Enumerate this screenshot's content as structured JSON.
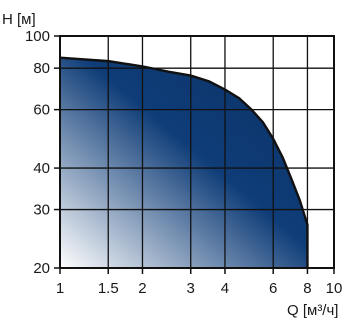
{
  "chart_data": {
    "type": "area",
    "ylabel": "H [м]",
    "xlabel": "Q [м³/ч]",
    "x_scale": "log",
    "y_scale": "log",
    "xlim": [
      1,
      10
    ],
    "ylim": [
      20,
      100
    ],
    "x_ticks": [
      1,
      1.5,
      2,
      3,
      4,
      6,
      8,
      10
    ],
    "x_tick_labels": [
      "1",
      "1.5",
      "2",
      "3",
      "4",
      "6",
      "8",
      "10"
    ],
    "y_ticks": [
      20,
      30,
      40,
      60,
      80,
      100
    ],
    "y_tick_labels": [
      "20",
      "30",
      "40",
      "60",
      "80",
      "100"
    ],
    "grid": true,
    "colors": {
      "fill_dark": "#0f3d78",
      "fill_light": "#ffffff",
      "curve": "#111111",
      "grid": "#111111"
    },
    "series": [
      {
        "x": [
          1,
          1.5,
          2,
          2.5,
          3,
          3.5,
          4,
          4.5,
          5,
          5.5,
          6,
          6.5,
          7,
          7.5,
          8,
          8
        ],
        "y": [
          86,
          84,
          81,
          78,
          76,
          73,
          69,
          65,
          60,
          55,
          49,
          43,
          37,
          32,
          27,
          20
        ]
      }
    ]
  }
}
